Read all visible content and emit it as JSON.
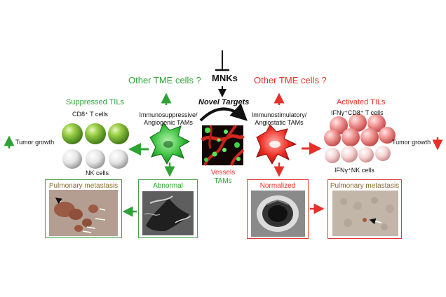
{
  "top": {
    "inhibitor_target": "MNKs",
    "novel_targets": "Novel Targets"
  },
  "left": {
    "other_cells": "Other TME cells ?",
    "tils_title": "Suppressed TILs",
    "cd8_label": "CD8⁺ T cells",
    "nk_label": "NK cells",
    "tam_label_line1": "Immunosuppressive/",
    "tam_label_line2": "Angiogenic TAMs",
    "tumor_growth": "Tumor growth",
    "metastasis_title": "Pulmonary metastasis",
    "vessel_title": "Abnormal"
  },
  "center": {
    "vessels_label": "Vessels",
    "tams_label": "TAMs"
  },
  "right": {
    "other_cells": "Other TME cells ?",
    "tils_title": "Activated TILs",
    "cd8_label": "IFNγ⁺CD8⁺ T cells",
    "nk_label": "IFNγ⁺NK cells",
    "tam_label_line1": "Immunostimulatory/",
    "tam_label_line2": "Angiostatic TAMs",
    "tumor_growth": "Tumor growth",
    "vessel_title": "Normalized",
    "metastasis_title": "Pulmonary metastasis"
  },
  "colors": {
    "suppressed_green": "#2fa236",
    "activated_red": "#e8302a",
    "inhibition_black": "#111111"
  }
}
